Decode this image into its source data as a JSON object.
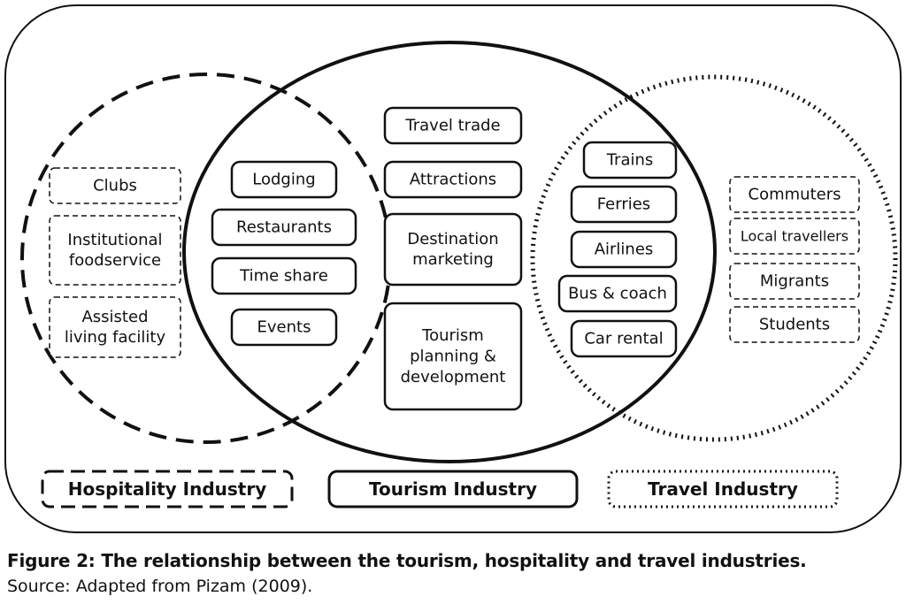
{
  "diagram": {
    "hospitality_only": [
      "Clubs",
      [
        "Institutional",
        "foodservice"
      ],
      [
        "Assisted",
        "living facility"
      ]
    ],
    "hospitality_tourism": [
      "Lodging",
      "Restaurants",
      "Time share",
      "Events"
    ],
    "tourism_core": [
      "Travel trade",
      "Attractions",
      [
        "Destination",
        "marketing"
      ],
      [
        "Tourism",
        "planning &",
        "development"
      ]
    ],
    "tourism_travel": [
      "Trains",
      "Ferries",
      "Airlines",
      "Bus & coach",
      "Car rental"
    ],
    "travel_only": [
      "Commuters",
      "Local travellers",
      "Migrants",
      "Students"
    ],
    "legend": {
      "hospitality": "Hospitality Industry",
      "tourism": "Tourism Industry",
      "travel": "Travel Industry"
    }
  },
  "caption": {
    "title": "Figure 2: The relationship between the tourism, hospitality and travel industries.",
    "source": "Source: Adapted from Pizam (2009)."
  }
}
